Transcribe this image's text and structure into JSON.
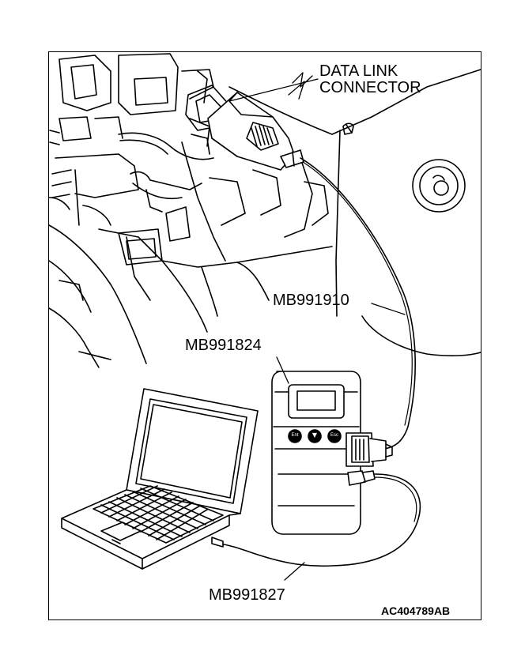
{
  "labels": {
    "data_link_connector_line1": "DATA LINK",
    "data_link_connector_line2": "CONNECTOR",
    "cable": "MB991910",
    "tester": "MB991824",
    "usb_cable": "MB991827",
    "figure_code": "AC404789AB"
  },
  "tester_buttons": [
    "Ent",
    "▼",
    "Esc"
  ]
}
